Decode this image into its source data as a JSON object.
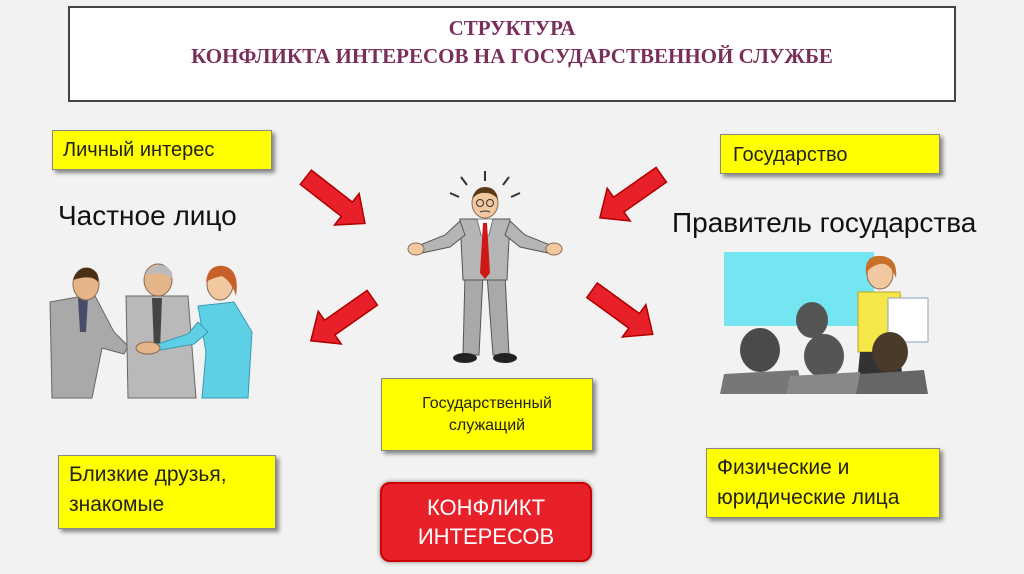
{
  "title": {
    "line1": "СТРУКТУРА",
    "line2": "КОНФЛИКТА ИНТЕРЕСОВ НА ГОСУДАРСТВЕННОЙ СЛУЖБЕ"
  },
  "left": {
    "label_top": "Личный интерес",
    "heading": "Частное лицо",
    "label_bottom_line1": "Близкие друзья,",
    "label_bottom_line2": "знакомые"
  },
  "right": {
    "label_top": "Государство",
    "heading": "Правитель государства",
    "label_bottom_line1": "Физические и",
    "label_bottom_line2": "юридические лица"
  },
  "center": {
    "label_line1": "Государственный",
    "label_line2": "служащий"
  },
  "conflict": {
    "line1": "КОНФЛИКТ",
    "line2": "ИНТЕРЕСОВ"
  },
  "colors": {
    "arrow": "#e8202a",
    "label_bg": "#ffff00",
    "title_text": "#7a2e5a",
    "conflict_bg": "#e8202a"
  }
}
